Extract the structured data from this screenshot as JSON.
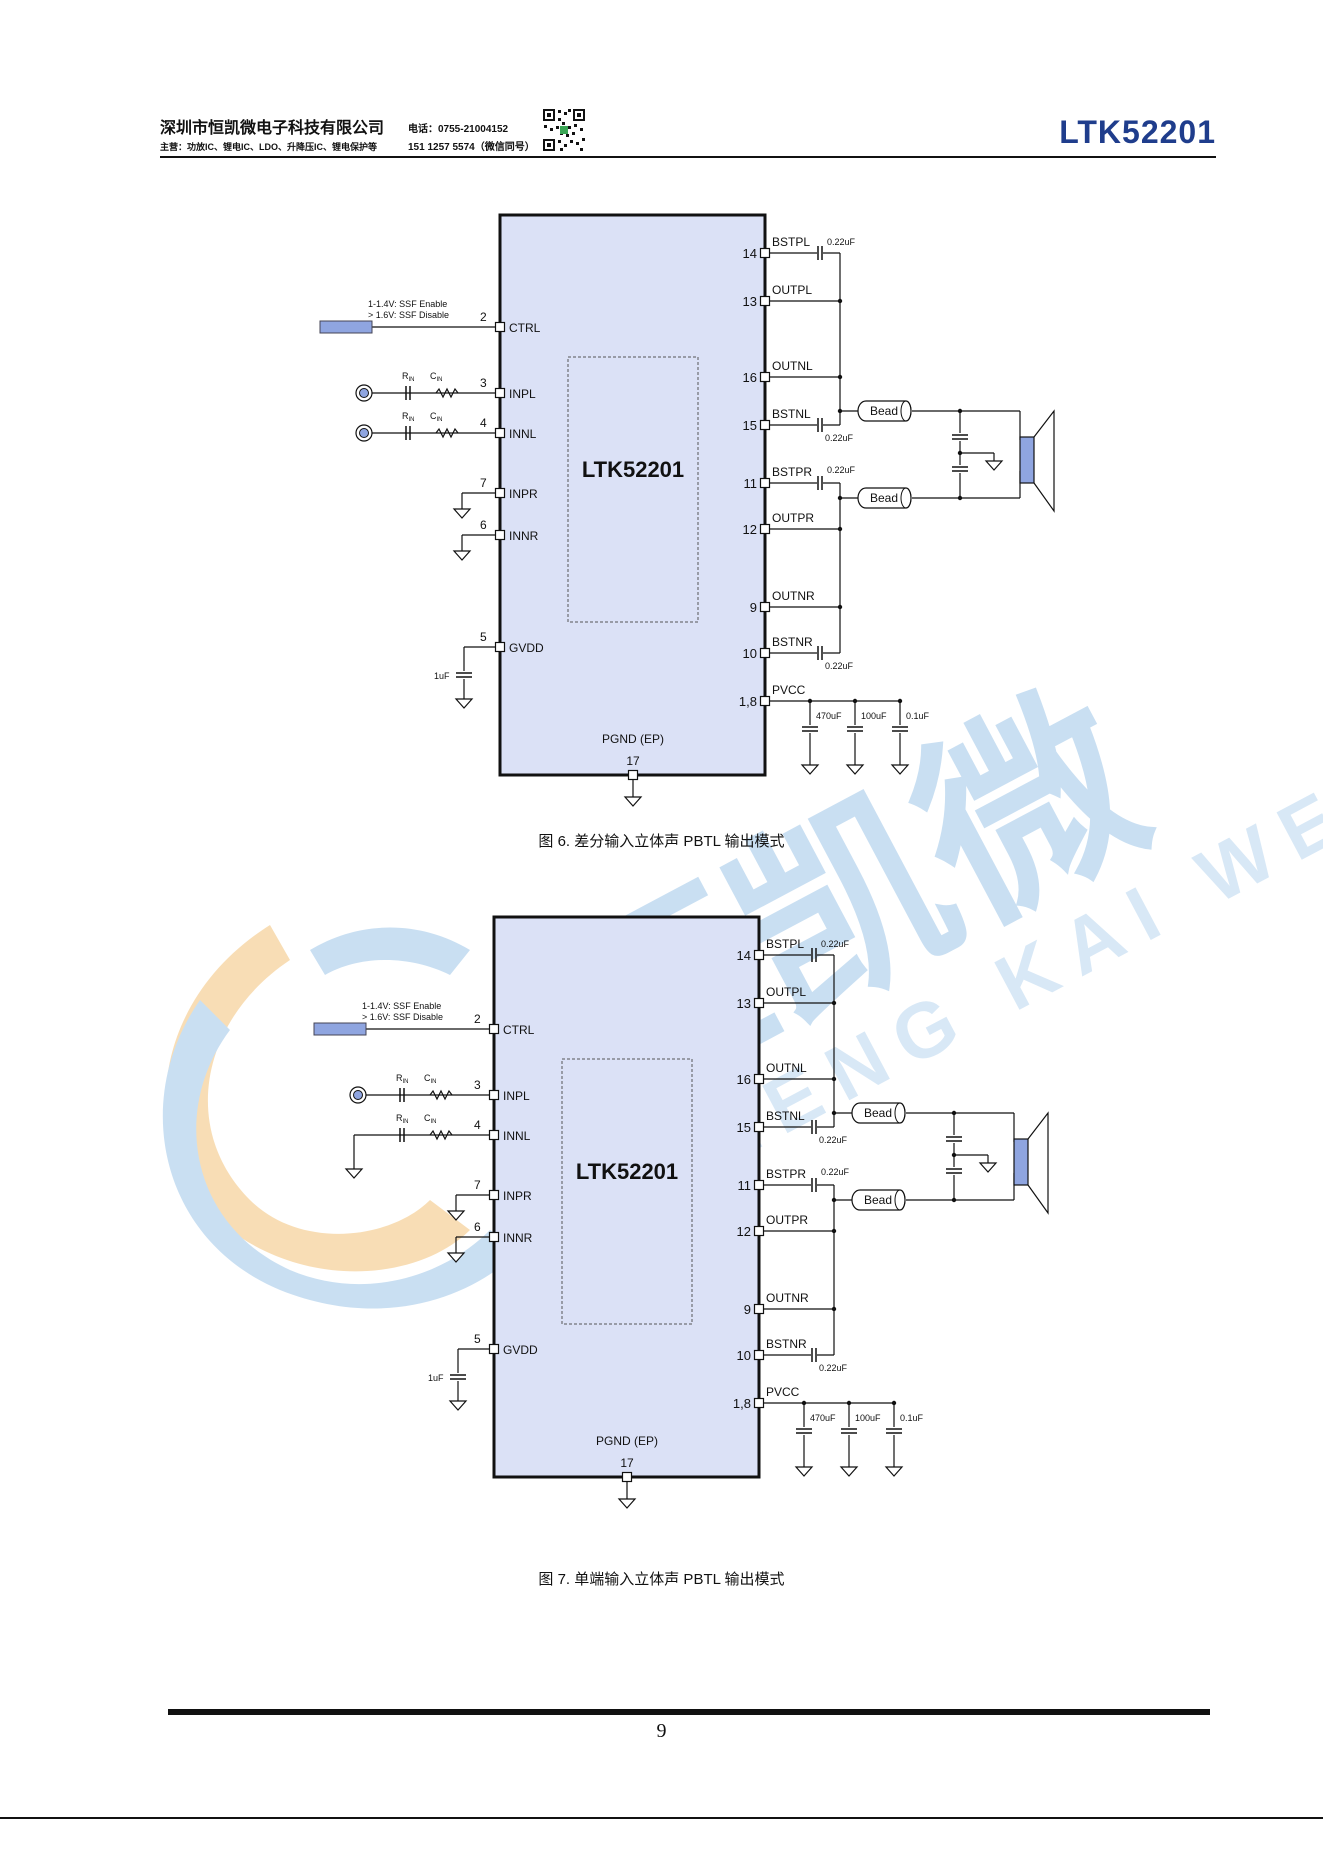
{
  "header": {
    "company": "深圳市恒凯微电子科技有限公司",
    "business": "主营：功放IC、锂电IC、LDO、升降压IC、锂电保护等",
    "tel": "电话：0755-21004152",
    "wechat": "151 1257 5574（微信同号）",
    "model": "LTK52201"
  },
  "watermark": {
    "cn": "恒凯微",
    "en": "HENG KAI WEI",
    "color": "#9ec6e8"
  },
  "figures": [
    {
      "caption": "图 6. 差分输入立体声 PBTL 输出模式",
      "chip": "LTK52201",
      "ctrl_note1": "1-1.4V: SSF Enable",
      "ctrl_note2": "> 1.6V: SSF Disable"
    },
    {
      "caption": "图 7. 单端输入立体声 PBTL 输出模式",
      "chip": "LTK52201",
      "ctrl_note1": "1-1.4V: SSF Enable",
      "ctrl_note2": "> 1.6V: SSF Disable"
    }
  ],
  "labels": {
    "ctrl": "CTRL",
    "inpl": "INPL",
    "innl": "INNL",
    "inpr": "INPR",
    "innr": "INNR",
    "gvdd": "GVDD",
    "bstpl": "BSTPL",
    "outpl": "OUTPL",
    "outnl": "OUTNL",
    "bstnl": "BSTNL",
    "bstpr": "BSTPR",
    "outpr": "OUTPR",
    "outnr": "OUTNR",
    "bstnr": "BSTNR",
    "pvcc": "PVCC",
    "pgnd": "PGND (EP)",
    "bead": "Bead",
    "rin": "R",
    "cin": "C",
    "sub_in": "IN",
    "c022": "0.22uF",
    "c1u": "1uF",
    "c470": "470uF",
    "c100": "100uF",
    "c01": "0.1uF",
    "p2": "2",
    "p3": "3",
    "p4": "4",
    "p7": "7",
    "p6": "6",
    "p5": "5",
    "p14": "14",
    "p13": "13",
    "p16": "16",
    "p15": "15",
    "p11": "11",
    "p12": "12",
    "p9": "9",
    "p10": "10",
    "p18": "1,8",
    "p17": "17"
  },
  "page_number": "9"
}
